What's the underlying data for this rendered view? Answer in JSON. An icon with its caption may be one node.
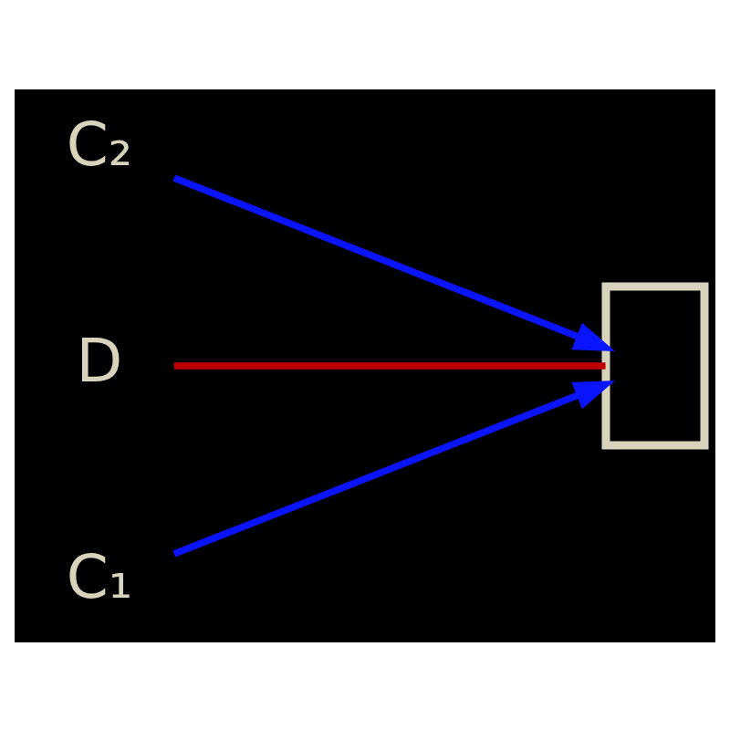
{
  "diagram": {
    "nodes": [
      {
        "text": [
          "C₂"
        ]
      },
      {
        "text": [
          "D"
        ]
      },
      {
        "text": [
          "C₁"
        ]
      },
      {
        "text": [],
        "shape": "box"
      }
    ],
    "edges": [
      {
        "from": 0,
        "to": 3,
        "arrow": "to"
      },
      {
        "from": 1,
        "to": 3,
        "arrow": "none",
        "color": "#c00000"
      },
      {
        "from": 2,
        "to": 3,
        "arrow": "to"
      }
    ]
  }
}
